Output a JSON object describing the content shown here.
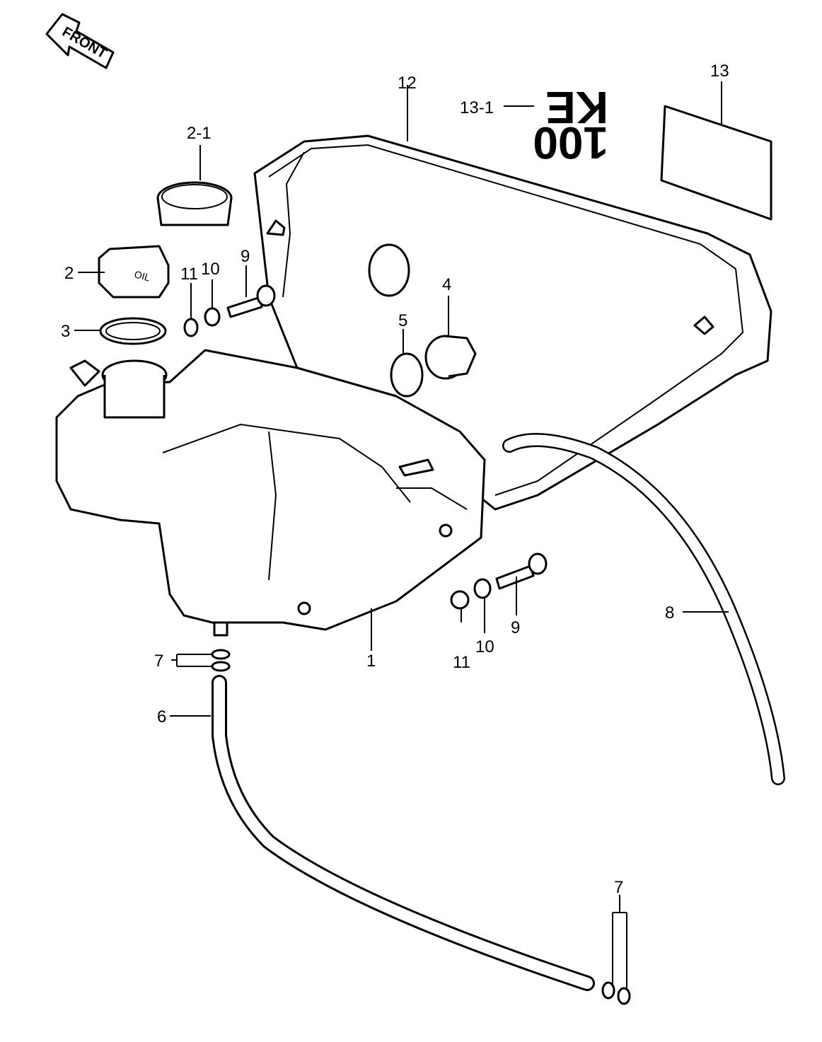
{
  "front_arrow_text": "FRONT",
  "decal_text_line1": "KE",
  "decal_text_line2": "100",
  "cap_marking": "OIL",
  "callouts": {
    "c1": "1",
    "c2": "2",
    "c2_1": "2-1",
    "c3": "3",
    "c4": "4",
    "c5": "5",
    "c6": "6",
    "c7a": "7",
    "c7b": "7",
    "c8": "8",
    "c9a": "9",
    "c9b": "9",
    "c10a": "10",
    "c10b": "10",
    "c11a": "11",
    "c11b": "11",
    "c12": "12",
    "c13": "13",
    "c13_1": "13-1"
  }
}
